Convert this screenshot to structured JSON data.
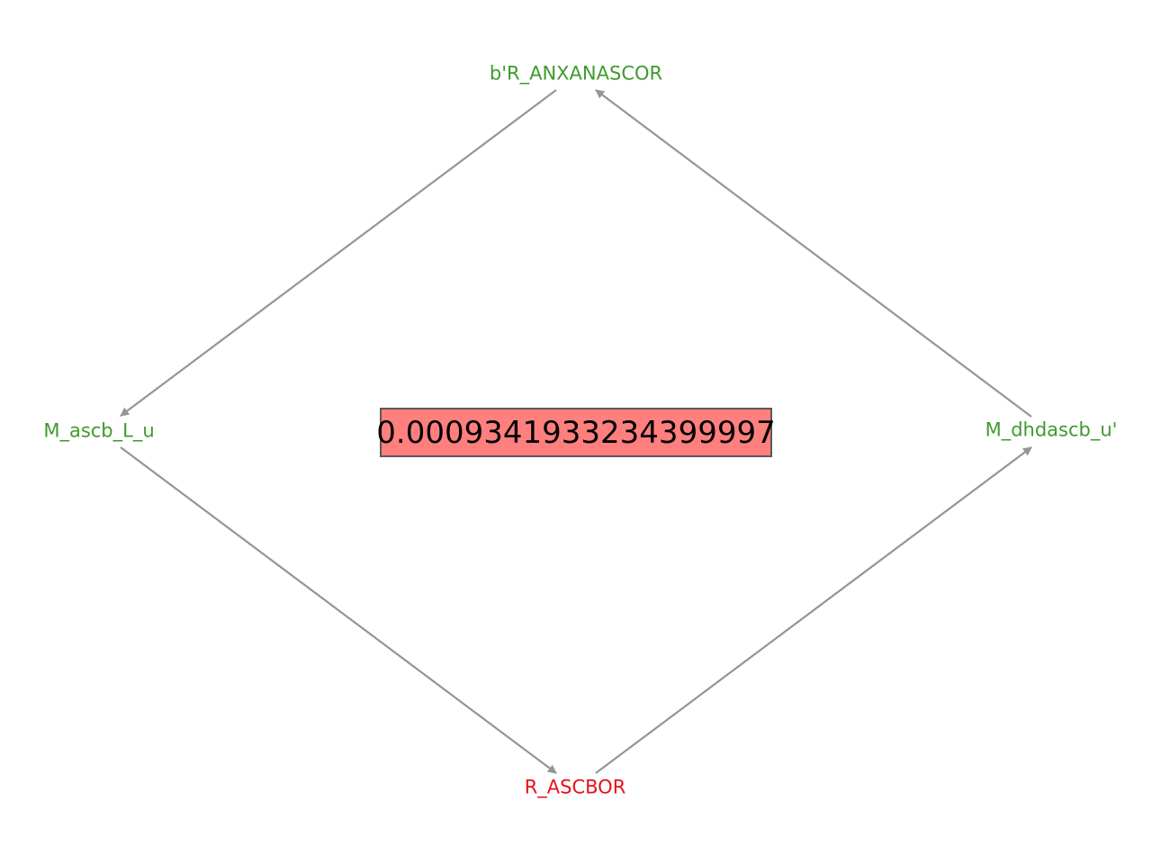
{
  "nodes": {
    "top": {
      "label": "b'R_ANXANASCOR",
      "kind": "metabolite"
    },
    "left": {
      "label": "M_ascb_L_u",
      "kind": "metabolite"
    },
    "right": {
      "label": "M_dhdascb_u'",
      "kind": "metabolite"
    },
    "bottom": {
      "label": "R_ASCBOR",
      "kind": "reaction"
    }
  },
  "center_value": "0.0009341933234399997",
  "edges": [
    {
      "from": "top",
      "to": "left"
    },
    {
      "from": "left",
      "to": "bottom"
    },
    {
      "from": "bottom",
      "to": "right"
    },
    {
      "from": "right",
      "to": "top"
    }
  ],
  "colors": {
    "metabolite_label": "#3f9a2e",
    "reaction_label": "#e8101b",
    "edge": "#959595",
    "value_box_fill": "#ff7f7f",
    "value_box_border": "#5a5a5a"
  }
}
